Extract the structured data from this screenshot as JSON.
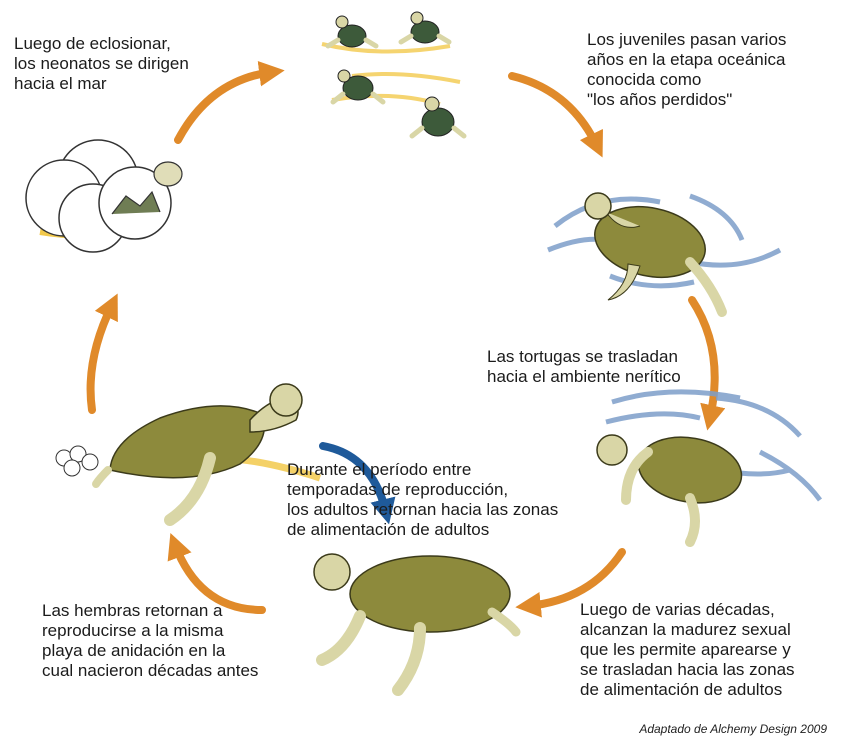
{
  "captions": {
    "hatchlings": "Luego de eclosionar,\nlos neonatos se dirigen\nhacia el mar",
    "lost_years": "Los juveniles pasan varios\naños en la etapa oceánica\nconocida como\n\"los años perdidos\"",
    "neritic": "Las tortugas se trasladan\nhacia el ambiente nerítico",
    "maturity": "Luego de varias décadas,\nalcanzan la  madurez sexual\nque les permite aparearse y\nse trasladan hacia las zonas\nde alimentación de adultos",
    "between_seasons": "Durante el período entre\ntemporadas de reproducción,\nlos adultos retornan hacia las zonas\nde alimentación de adultos",
    "females_return": "Las hembras retornan a\nreproducirse a la misma\nplaya de anidación en la\ncual nacieron décadas antes"
  },
  "credit": "Adaptado de Alchemy Design 2009",
  "colors": {
    "arrow_orange": "#e08a2a",
    "arrow_blue": "#1f5a9a",
    "shell": "#8d8a3c",
    "shell_dark": "#5e5a22",
    "skin": "#d9d6a6",
    "water": "#7d9ec9",
    "sand": "#f2c94c",
    "hatchling_shell": "#3d5a3a"
  },
  "icons": [
    "egg-icon",
    "hatchling-turtle-icon",
    "juvenile-turtle-icon",
    "adult-turtle-icon",
    "water-swirl-icon",
    "cycle-arrow-icon"
  ]
}
